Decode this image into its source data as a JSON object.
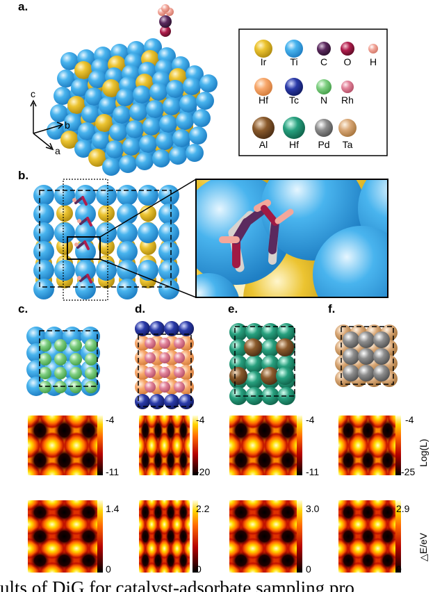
{
  "panels": {
    "a": "a.",
    "b": "b.",
    "c": "c.",
    "d": "d.",
    "e": "e.",
    "f": "f."
  },
  "axes": {
    "c": "c",
    "b": "b",
    "a": "a"
  },
  "legend": [
    {
      "label": "Ir",
      "color": "#e8c02a"
    },
    {
      "label": "Ti",
      "color": "#3aa6e6"
    },
    {
      "label": "C",
      "color": "#5b2a5e"
    },
    {
      "label": "O",
      "color": "#b01d4c"
    },
    {
      "label": "H",
      "color": "#f3a79b"
    },
    {
      "label": "Hf",
      "color": "#f7a76b"
    },
    {
      "label": "Tc",
      "color": "#2a3aa8"
    },
    {
      "label": "N",
      "color": "#7fcf82"
    },
    {
      "label": "Rh",
      "color": "#e2849a"
    },
    {
      "label": "Al",
      "color": "#8a5a2c"
    },
    {
      "label": "Hf",
      "color": "#27a07e"
    },
    {
      "label": "Pd",
      "color": "#8e8e8e"
    },
    {
      "label": "Ta",
      "color": "#d9a877"
    }
  ],
  "colorbars": {
    "row1": [
      {
        "max": "-4",
        "min": "-11"
      },
      {
        "max": "-4",
        "min": "-20"
      },
      {
        "max": "-4",
        "min": "-11"
      },
      {
        "max": "-4",
        "min": "-25"
      }
    ],
    "row2": [
      {
        "max": "1.4",
        "min": "0"
      },
      {
        "max": "2.2",
        "min": "0"
      },
      {
        "max": "3.0",
        "min": "0"
      },
      {
        "max": "2.9",
        "min": "0"
      }
    ],
    "row1_label": "Log(L)",
    "row2_label": "△E/eV"
  },
  "caption": "ults of DiG for catalyst-adsorbate sampling pro"
}
